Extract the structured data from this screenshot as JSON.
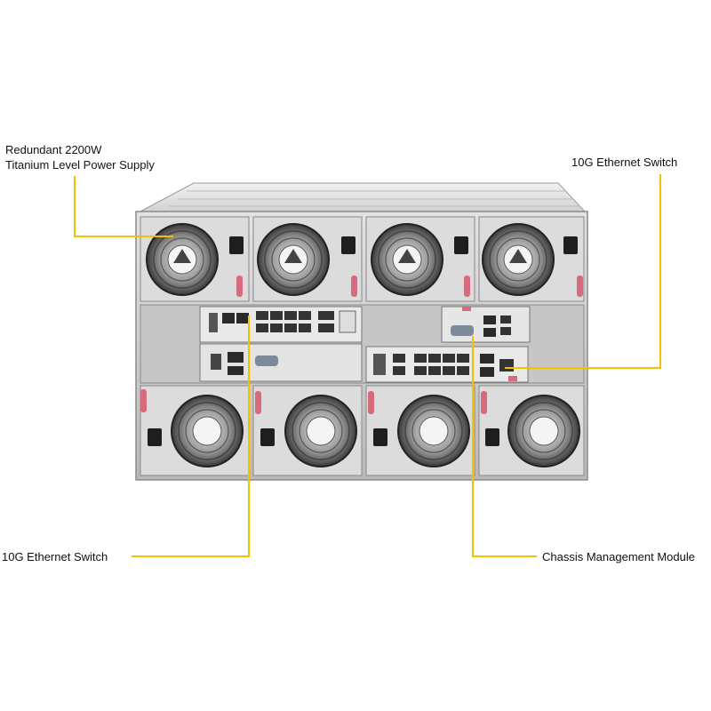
{
  "labels": {
    "psu_line1": "Redundant 2200W",
    "psu_line2": "Titanium Level Power Supply",
    "switch_top_right": "10G Ethernet Switch",
    "switch_bottom_left": "10G Ethernet Switch",
    "cmm": "Chassis Management Module"
  },
  "colors": {
    "callout": "#f2c200",
    "chassis": "#c9c9c9",
    "handle": "#d86a7e"
  }
}
